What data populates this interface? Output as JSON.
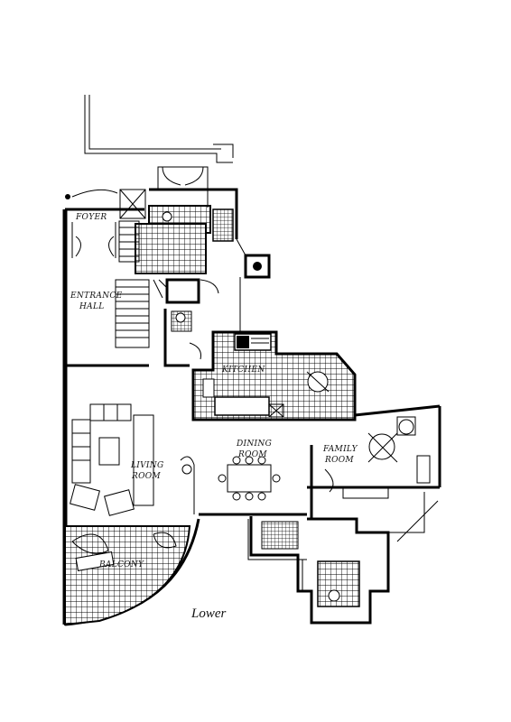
{
  "rooms": {
    "foyer": "FOYER",
    "entrance_line1": "ENTRANCE",
    "entrance_line2": "HALL",
    "kitchen": "KITCHEN",
    "living_line1": "LIVING",
    "living_line2": "ROOM",
    "dining_line1": "DINING",
    "dining_line2": "ROOM",
    "family_line1": "FAMILY",
    "family_line2": "ROOM",
    "balcony": "BALCONY"
  },
  "caption": "Lower",
  "colors": {
    "ink": "#000000",
    "paper": "#ffffff"
  }
}
